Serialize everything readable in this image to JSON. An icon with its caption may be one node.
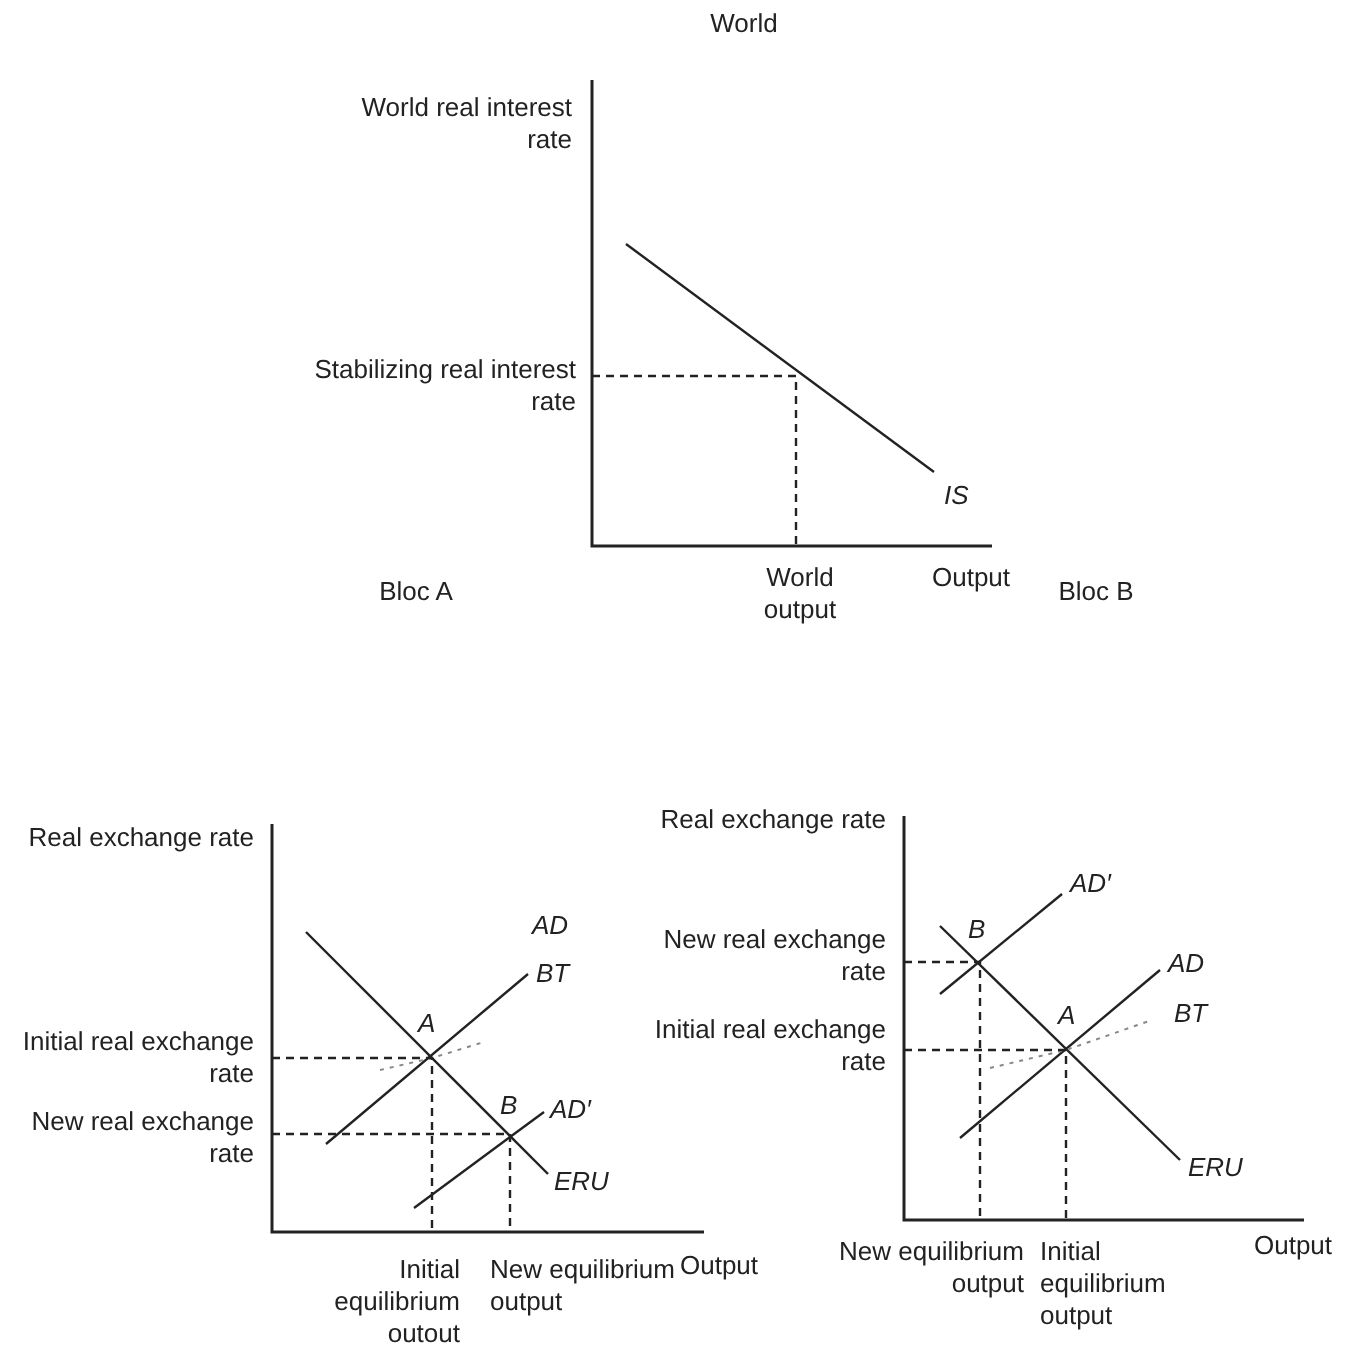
{
  "diagram": {
    "labels": [
      "World",
      "World real interest rate",
      "Stabilizing real interest rate",
      "IS",
      "World output",
      "Output",
      "Bloc A",
      "Bloc B",
      "Real exchange rate",
      "AD",
      "BT",
      "A",
      "Initial real exchange rate",
      "B",
      "AD′",
      "New real exchange rate",
      "ERU",
      "Initial equilibrium outout",
      "New equilibrium output",
      "Output",
      "Real exchange rate",
      "AD′",
      "New real exchange rate",
      "B",
      "AD",
      "A",
      "BT",
      "Initial real exchange rate",
      "ERU",
      "New equilibrium output",
      "Initial equilibrium output",
      "Output"
    ]
  }
}
